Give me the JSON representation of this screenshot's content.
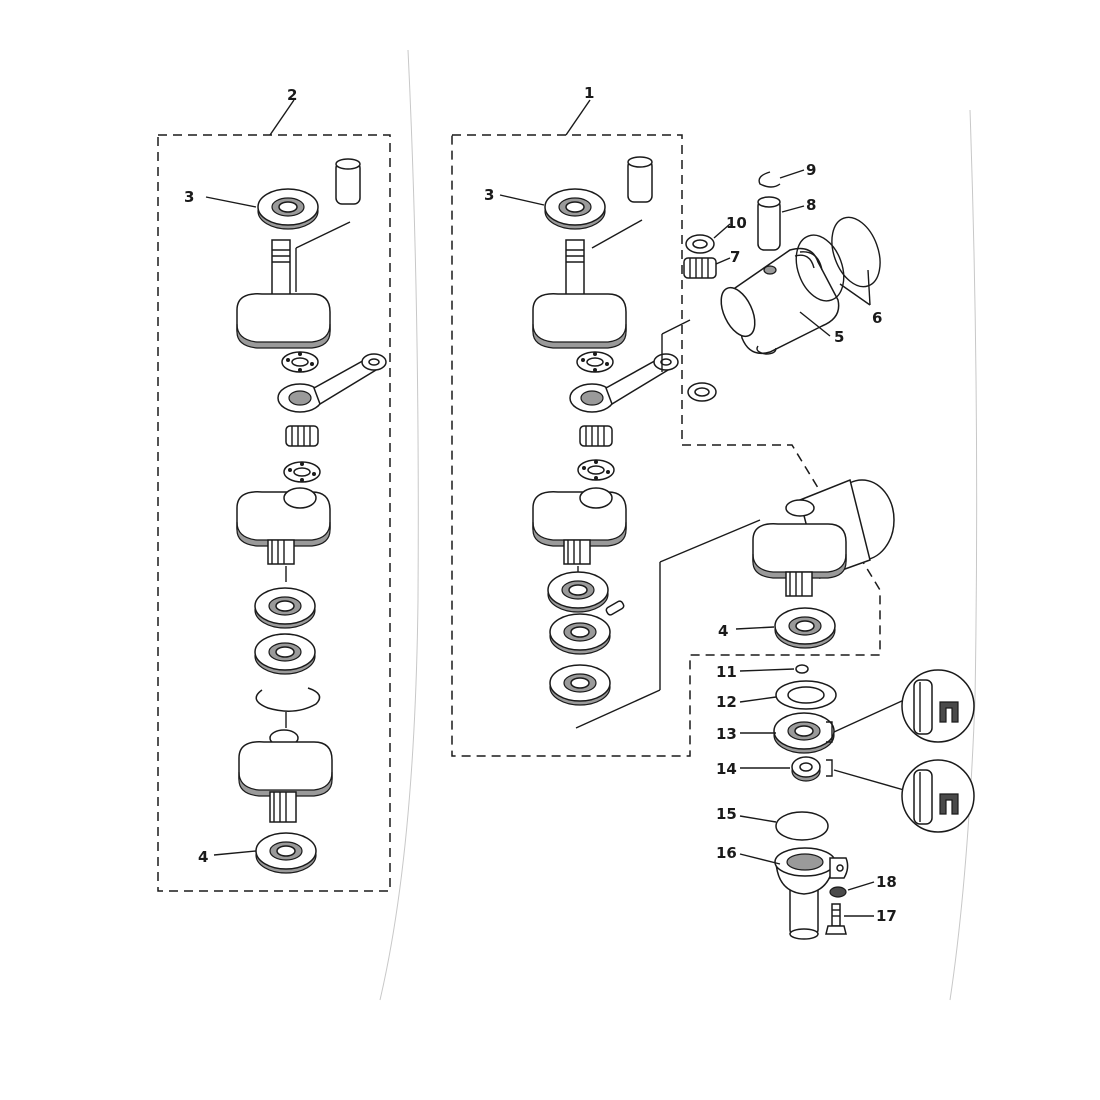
{
  "callouts": {
    "group_2": "2",
    "group_1": "1",
    "c3_left": "3",
    "c4_left": "4",
    "c3_right": "3",
    "c4_right": "4",
    "c5": "5",
    "c6": "6",
    "c7": "7",
    "c8": "8",
    "c9": "9",
    "c10": "10",
    "c11": "11",
    "c12": "12",
    "c13": "13",
    "c14": "14",
    "c15": "15",
    "c16": "16",
    "c17": "17",
    "c18": "18"
  }
}
